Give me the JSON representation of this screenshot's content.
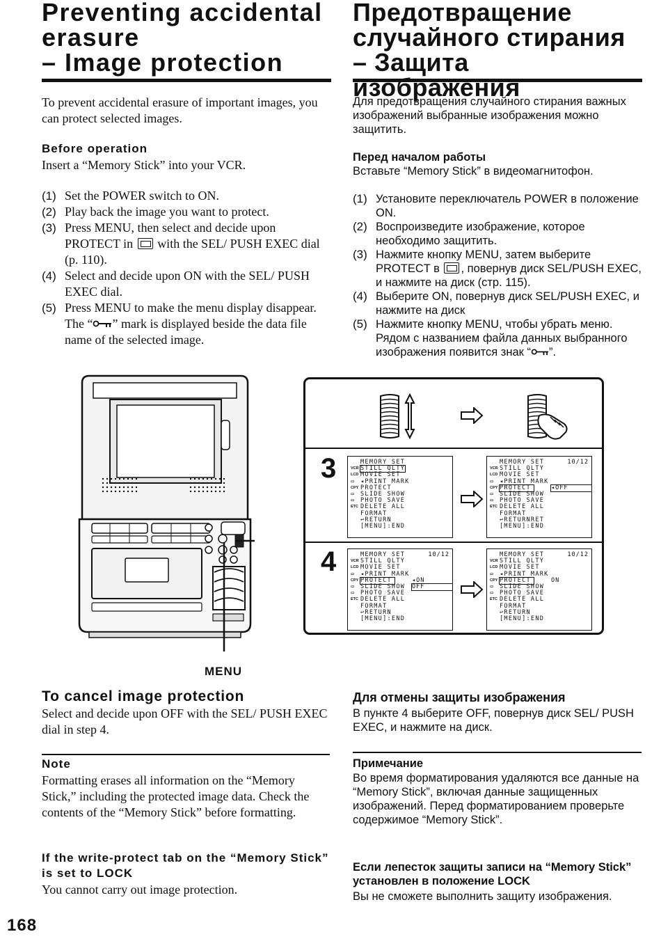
{
  "en": {
    "title_lines": [
      "Preventing accidental",
      "erasure",
      "– Image protection"
    ],
    "intro": "To prevent accidental erasure of important images, you can protect selected images.",
    "before_heading": "Before operation",
    "before_text": "Insert a “Memory Stick” into your VCR.",
    "steps": [
      {
        "num": "(1)",
        "text": "Set the POWER switch to ON."
      },
      {
        "num": "(2)",
        "text": "Play back the image you want to protect."
      },
      {
        "num": "(3)",
        "text_a": "Press MENU, then select and decide upon PROTECT in",
        "text_b": "with the SEL/ PUSH EXEC dial (p. 110)."
      },
      {
        "num": "(4)",
        "text": "Select and decide upon ON with the SEL/ PUSH EXEC dial."
      },
      {
        "num": "(5)",
        "text_a": "Press MENU to make the menu display disappear. The “",
        "text_b": "” mark is displayed beside the data file name of the selected image."
      }
    ],
    "cancel_heading": "To cancel image protection",
    "cancel_text": "Select and decide upon OFF with the SEL/ PUSH EXEC dial in step 4.",
    "note_heading": "Note",
    "note_text": "Formatting erases all information on the “Memory Stick,” including the protected image data. Check the contents of the “Memory Stick” before formatting.",
    "lock_heading": "If the write-protect tab on the “Memory Stick” is set to LOCK",
    "lock_text": "You cannot carry out image protection."
  },
  "ru": {
    "title_lines": [
      "Предотвращение",
      "случайного стирания",
      "– Защита изображения"
    ],
    "intro": "Для предотвращения случайного стирания важных изображений выбранные изображения можно защитить.",
    "before_heading": "Перед началом работы",
    "before_text": "Вставьте “Memory Stick” в видеомагнитофон.",
    "steps": [
      {
        "num": "(1)",
        "text": "Установите переключатель POWER в положение ON."
      },
      {
        "num": "(2)",
        "text": "Воспроизведите изображение, которое необходимо защитить."
      },
      {
        "num": "(3)",
        "text_a": "Нажмите кнопку MENU, затем выберите PROTECT в",
        "text_b": ", повернув диск SEL/PUSH EXEC, и нажмите на диск (стр. 115)."
      },
      {
        "num": "(4)",
        "text": "Выберите ON, повернув диск SEL/PUSH EXEC, и нажмите на диск"
      },
      {
        "num": "(5)",
        "text_a": "Нажмите кнопку MENU, чтобы убрать меню. Рядом с названием файла данных выбранного изображения появится знак “",
        "text_b": "”."
      }
    ],
    "cancel_heading": "Для отмены защиты изображения",
    "cancel_text": "В пункте 4 выберите OFF, повернув диск SEL/ PUSH EXEC, и нажмите на диск.",
    "note_heading": "Примечание",
    "note_text": "Во время форматирования удаляются все данные на “Memory Stick”, включая данные защищенных изображений. Перед форматированием проверьте содержимое “Memory Stick”.",
    "lock_heading": "Если лепесток защиты записи на “Memory Stick” установлен в положение LOCK",
    "lock_text": "Вы не сможете выполнить защиту изображения."
  },
  "diagram": {
    "menu_label": "MENU",
    "step3_label": "3",
    "step4_label": "4",
    "menu_title": "MEMORY SET",
    "counter": "10/12",
    "icons": [
      "VCR",
      "LCD",
      "",
      "CPY",
      "",
      "",
      "ETC",
      ""
    ],
    "items": [
      "STILL QLTY",
      "MOVIE SET",
      "PRINT MARK",
      "PROTECT",
      "SLIDE SHOW",
      "PHOTO SAVE",
      "DELETE ALL",
      "FORMAT",
      "RETURN"
    ],
    "returnret": "RETURNRET",
    "end": "[MENU]:END",
    "on": "ON",
    "off": "OFF"
  },
  "page_number": "168"
}
